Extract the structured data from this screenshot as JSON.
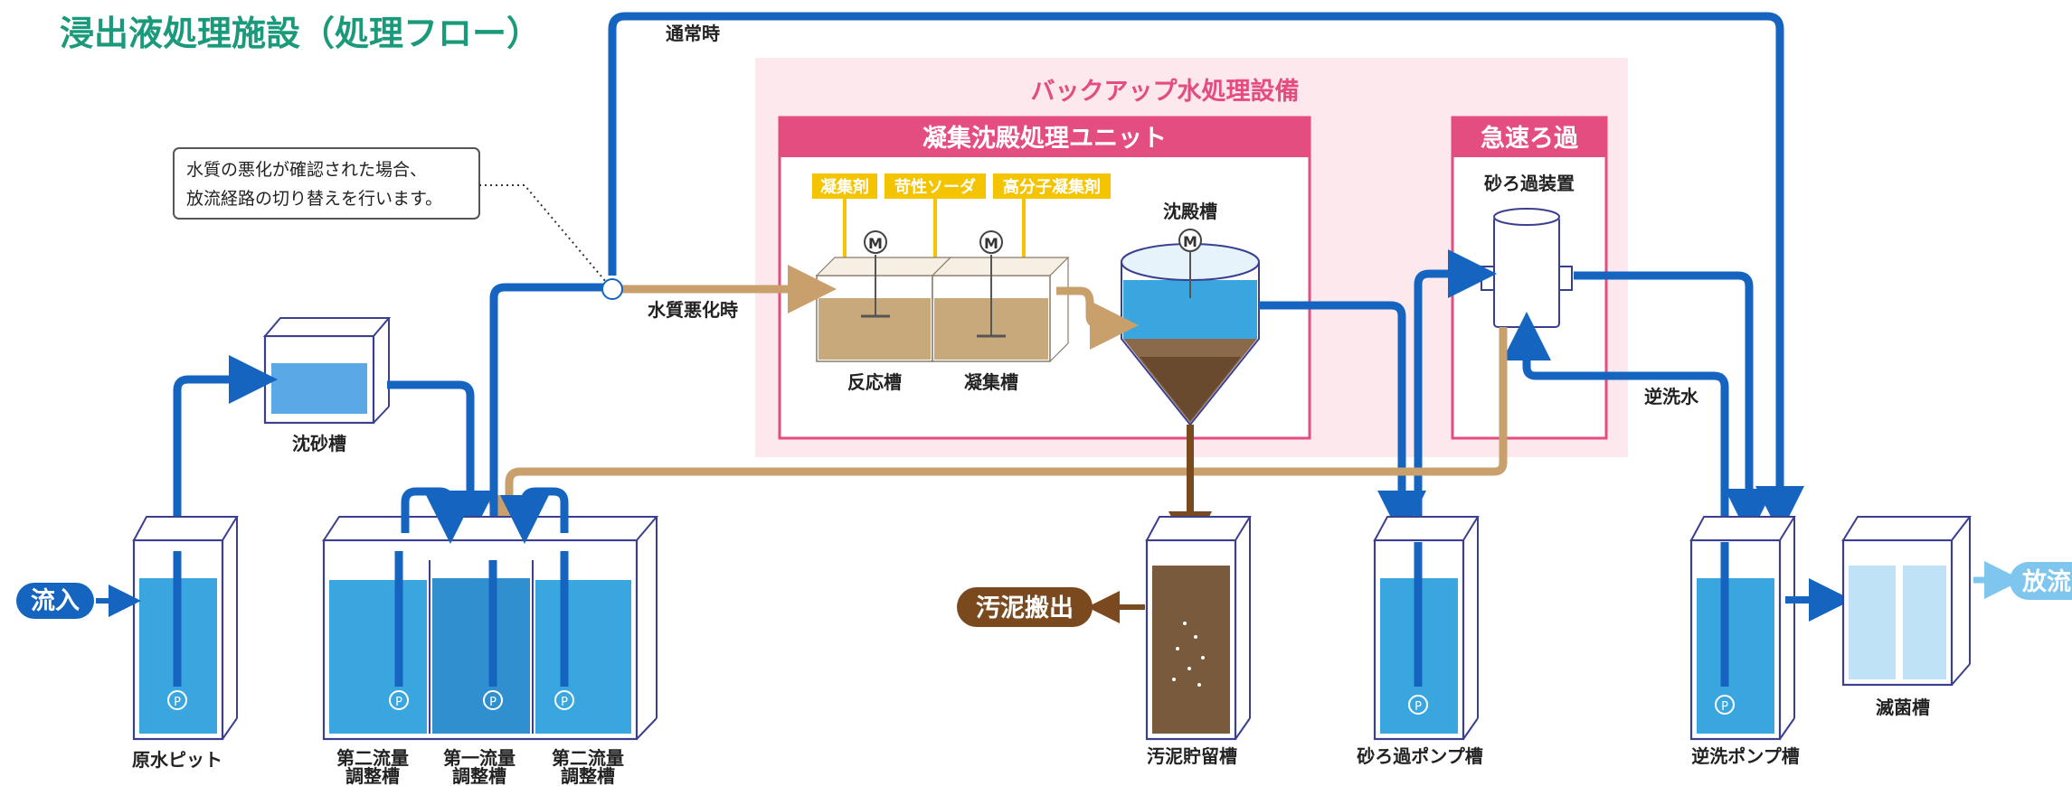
{
  "title": "浸出液処理施設（処理フロー）",
  "labels": {
    "normal": "通常時",
    "deterioration": "水質悪化時",
    "note_line1": "水質の悪化が確認された場合、",
    "note_line2": "放流経路の切り替えを行います。",
    "backup": "バックアップ水処理設備",
    "coag_unit": "凝集沈殿処理ユニット",
    "rapid": "急速ろ過",
    "sand_device": "砂ろ過装置",
    "settling": "沈殿槽",
    "reaction": "反応槽",
    "coag_tank": "凝集槽",
    "backwash_water": "逆洗水",
    "grit": "沈砂槽",
    "raw_pit": "原水ピット",
    "eq2_left_1": "第二流量",
    "eq2_left_2": "調整槽",
    "eq1_1": "第一流量",
    "eq1_2": "調整槽",
    "eq2_right_1": "第二流量",
    "eq2_right_2": "調整槽",
    "sludge_tank": "汚泥貯留槽",
    "sand_pump": "砂ろ過ポンプ槽",
    "backwash_pump": "逆洗ポンプ槽",
    "disinfect": "滅菌槽",
    "inflow": "流入",
    "sludge_out": "汚泥搬出",
    "discharge": "放流",
    "motor": "M",
    "pump": "P"
  },
  "chemicals": [
    "凝集剤",
    "苛性ソーダ",
    "高分子凝集剤"
  ],
  "colors": {
    "title": "#1a9a7a",
    "blue_pipe": "#1565c0",
    "tan_pipe": "#c9a06c",
    "sludge_pipe": "#7a4a1e",
    "backup_bg": "#fde8ee",
    "unit_header": "#e34d7f",
    "chemical_tag": "#f5c400",
    "inflow_badge": "#1565c0",
    "sludge_badge": "#7a4a1e",
    "discharge_badge": "#7fc6ef"
  }
}
